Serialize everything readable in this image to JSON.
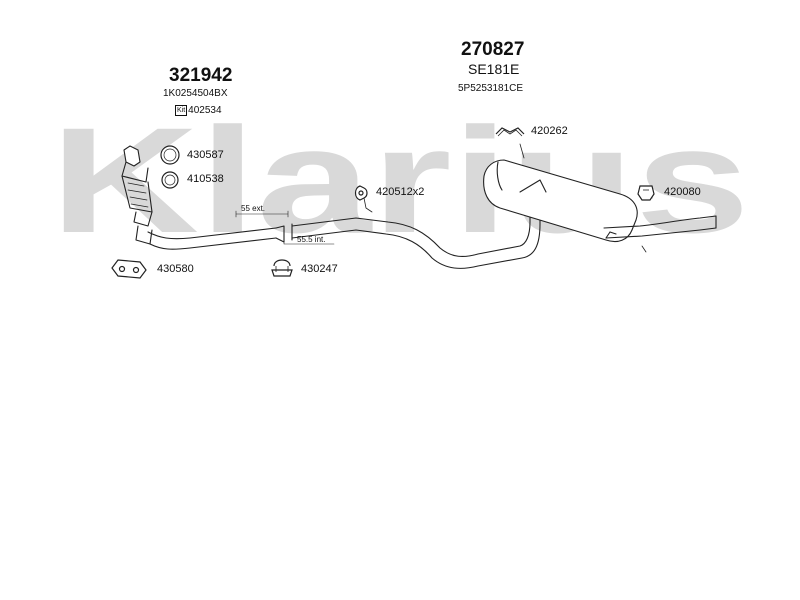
{
  "brand": {
    "watermark": "Klarius"
  },
  "assemblies": [
    {
      "code": "321942",
      "ref": "1K0254504BX",
      "kit_badge": "Kit",
      "kit_code": "402534"
    },
    {
      "code": "270827",
      "ref": "SE181E",
      "ref2": "5P5253181CE"
    }
  ],
  "parts": [
    {
      "code": "430587"
    },
    {
      "code": "410538"
    },
    {
      "code": "430580"
    },
    {
      "code": "430247"
    },
    {
      "code": "420512x2"
    },
    {
      "code": "420262"
    },
    {
      "code": "420080"
    }
  ],
  "notes": {
    "ext": "55 ext.",
    "int": "55.5 int."
  },
  "colors": {
    "watermark": "#d9d9d9",
    "line": "#222222"
  },
  "icons": [
    "catalytic-converter-icon",
    "gasket-ring-icon",
    "flange-gasket-icon",
    "clamp-icon",
    "rubber-mount-icon",
    "hanger-icon",
    "silencer-icon"
  ]
}
